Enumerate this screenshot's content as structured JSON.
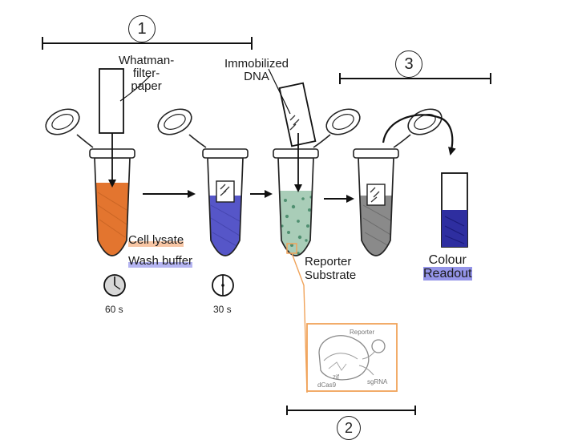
{
  "steps": {
    "one": "1",
    "two": "2",
    "three": "3"
  },
  "labels": {
    "filter_paper": "Whatman-\nfilter-\npaper",
    "immobilized_dna": "Immobilized\nDNA",
    "cell_lysate": "Cell lysate",
    "wash_buffer": "Wash buffer",
    "reporter_substrate": "Reporter\nSubstrate",
    "colour_readout": "Colour\nReadout"
  },
  "timers": {
    "first": "60 s",
    "second": "30 s"
  },
  "inset": {
    "reporter": "Reporter",
    "sgrna": "sgRNA",
    "cas9": "dCas9",
    "zif": "zif"
  },
  "colors": {
    "orange": "#e3752f",
    "blue": "#5656c8",
    "green": "#7fb49a",
    "grey": "#8a8a8a",
    "inset_border": "#f0a35a",
    "readout": "#2e2ea0"
  }
}
